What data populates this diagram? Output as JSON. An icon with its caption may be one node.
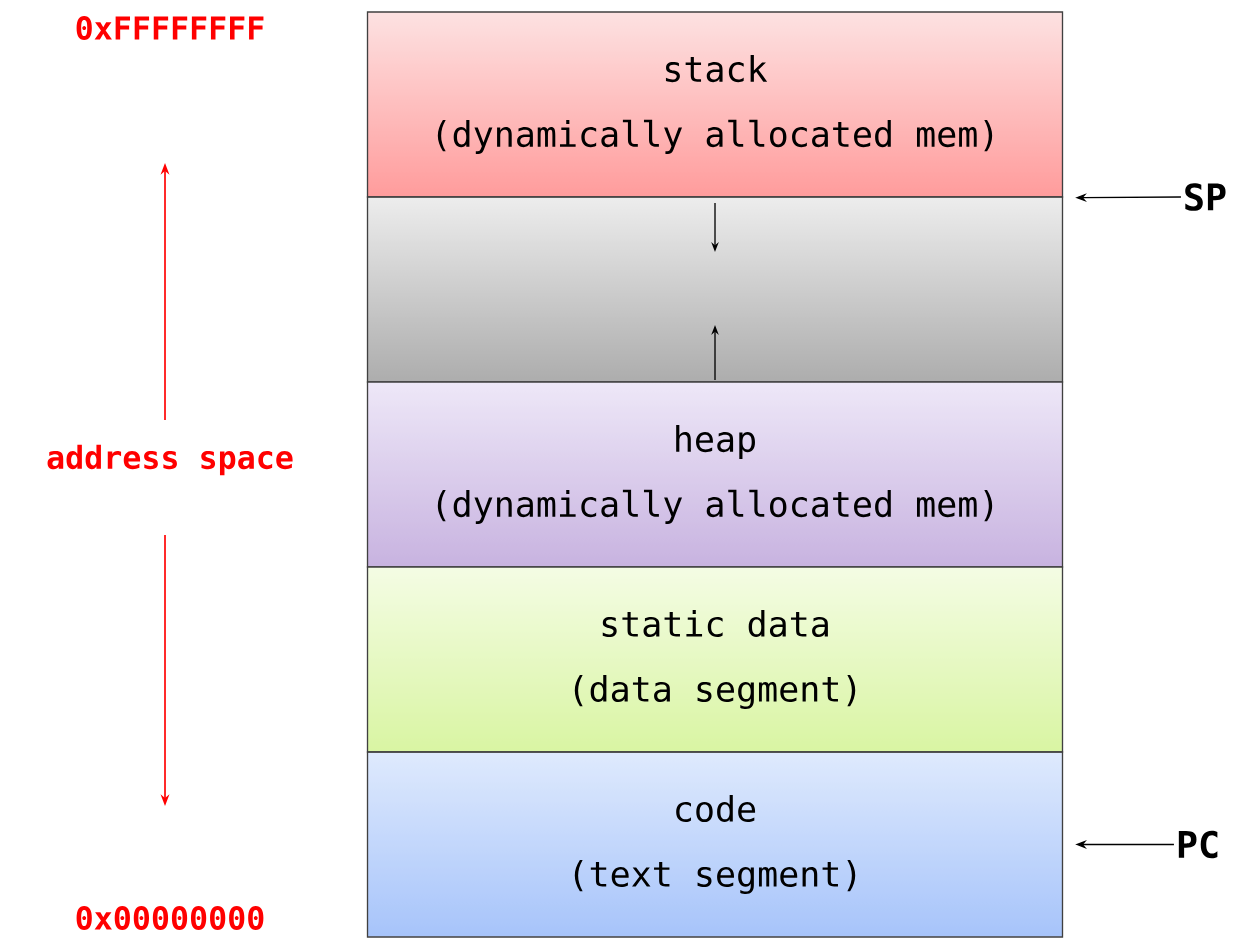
{
  "diagram": {
    "nodes": [
      {
        "text": [
          "stack",
          "(dynamically allocated mem)"
        ]
      },
      {
        "text": [],
        "shape": "box"
      },
      {
        "text": [
          "heap",
          "(dynamically allocated mem)"
        ]
      },
      {
        "text": [
          "static data",
          "(data segment)"
        ]
      },
      {
        "text": [
          "code",
          "(text segment)"
        ]
      },
      {
        "text": [
          "SP"
        ]
      },
      {
        "text": [
          "PC"
        ]
      }
    ],
    "edges": [
      {
        "from": 5,
        "to": 0,
        "arrow": "to"
      },
      {
        "from": 6,
        "to": 4,
        "arrow": "to"
      }
    ],
    "labels": [
      "0xFFFFFFFF",
      "address space",
      "0x00000000"
    ]
  }
}
